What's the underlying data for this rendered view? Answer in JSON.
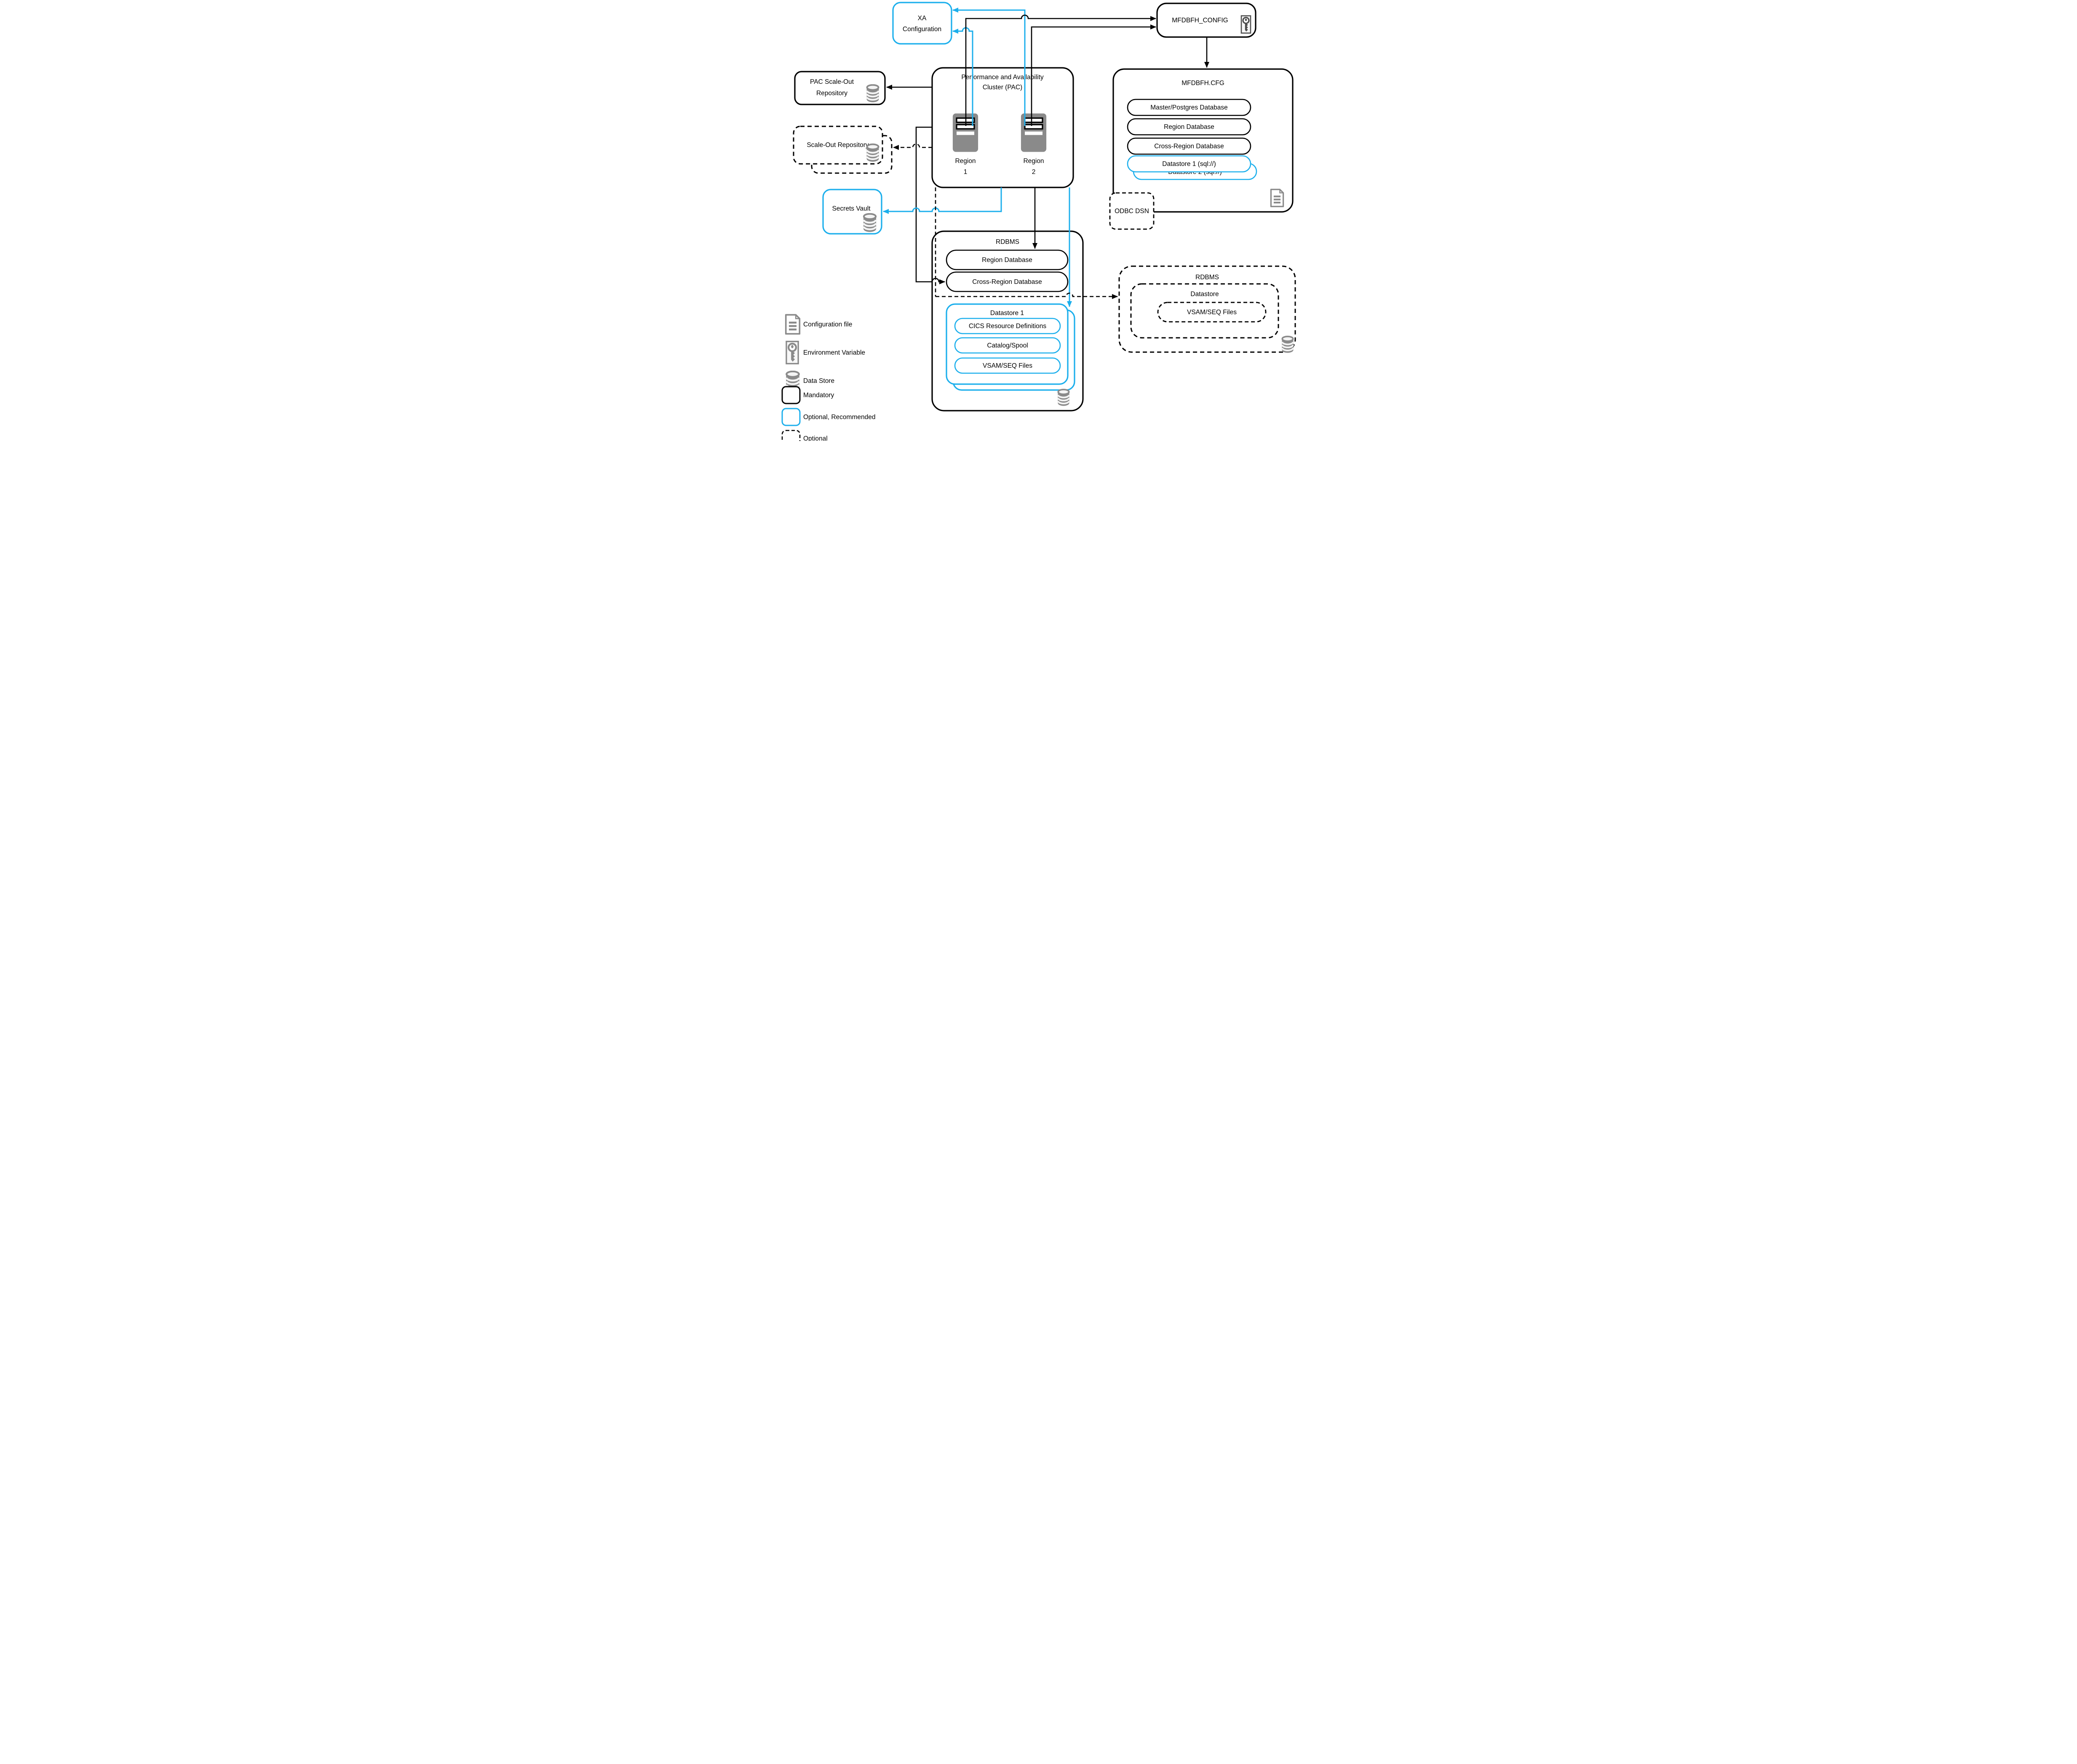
{
  "colors": {
    "accent_cyan": "#1cafec",
    "icon_gray": "#8a8a8a",
    "icon_dark_gray": "#4d4d4d",
    "line_black": "#000000"
  },
  "nodes": {
    "xa_config": {
      "line1": "XA",
      "line2": "Configuration"
    },
    "mfdbfh_config": {
      "label": "MFDBFH_CONFIG"
    },
    "pac": {
      "title_line1": "Performance and Availability",
      "title_line2": "Cluster (PAC)",
      "region1_line1": "Region",
      "region1_line2": "1",
      "region2_line1": "Region",
      "region2_line2": "2"
    },
    "pac_scale_out_repository": {
      "line1": "PAC Scale-Out",
      "line2": "Repository"
    },
    "scale_out_repository": {
      "label": "Scale-Out Repository"
    },
    "secrets_vault": {
      "label": "Secrets Vault"
    },
    "mfdbfh_cfg": {
      "title": "MFDBFH.CFG",
      "master_db": "Master/Postgres Database",
      "region_db": "Region Database",
      "cross_region_db": "Cross-Region Database",
      "datastore1": "Datastore 1 (sql://)",
      "datastore2": "Datastore 2 (sql://)"
    },
    "odbc_dsn": {
      "label": "ODBC DSN"
    },
    "rdbms_main": {
      "title": "RDBMS",
      "region_db": "Region Database",
      "cross_region_db": "Cross-Region Database",
      "datastore1_title": "Datastore 1",
      "cics": "CICS Resource Definitions",
      "catalog": "Catalog/Spool",
      "vsam": "VSAM/SEQ Files"
    },
    "rdbms_optional": {
      "title": "RDBMS",
      "datastore_title": "Datastore",
      "vsam": "VSAM/SEQ Files"
    }
  },
  "legend": {
    "items": [
      {
        "label": "Configuration file"
      },
      {
        "label": "Environment Variable"
      },
      {
        "label": "Data Store"
      },
      {
        "label": "Mandatory"
      },
      {
        "label": "Optional, Recommended"
      },
      {
        "label": "Optional"
      }
    ]
  }
}
